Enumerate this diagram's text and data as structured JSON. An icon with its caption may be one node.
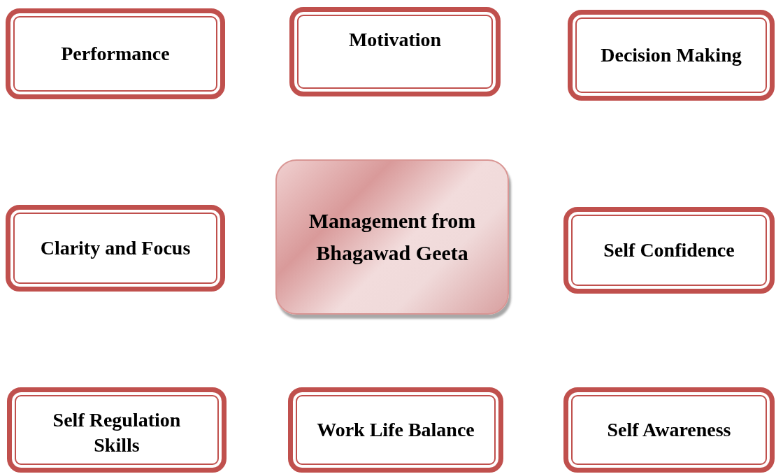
{
  "diagram": {
    "nodes": [
      {
        "text": [
          "Performance"
        ]
      },
      {
        "text": [
          "Motivation"
        ]
      },
      {
        "text": [
          "Decision Making"
        ]
      },
      {
        "text": [
          "Clarity and Focus"
        ]
      },
      {
        "text": [
          "Management from Bhagawad Geeta"
        ]
      },
      {
        "text": [
          "Self Confidence"
        ]
      },
      {
        "text": [
          "Self Regulation Skills"
        ]
      },
      {
        "text": [
          "Work Life Balance"
        ]
      },
      {
        "text": [
          "Self Awareness"
        ]
      }
    ]
  }
}
